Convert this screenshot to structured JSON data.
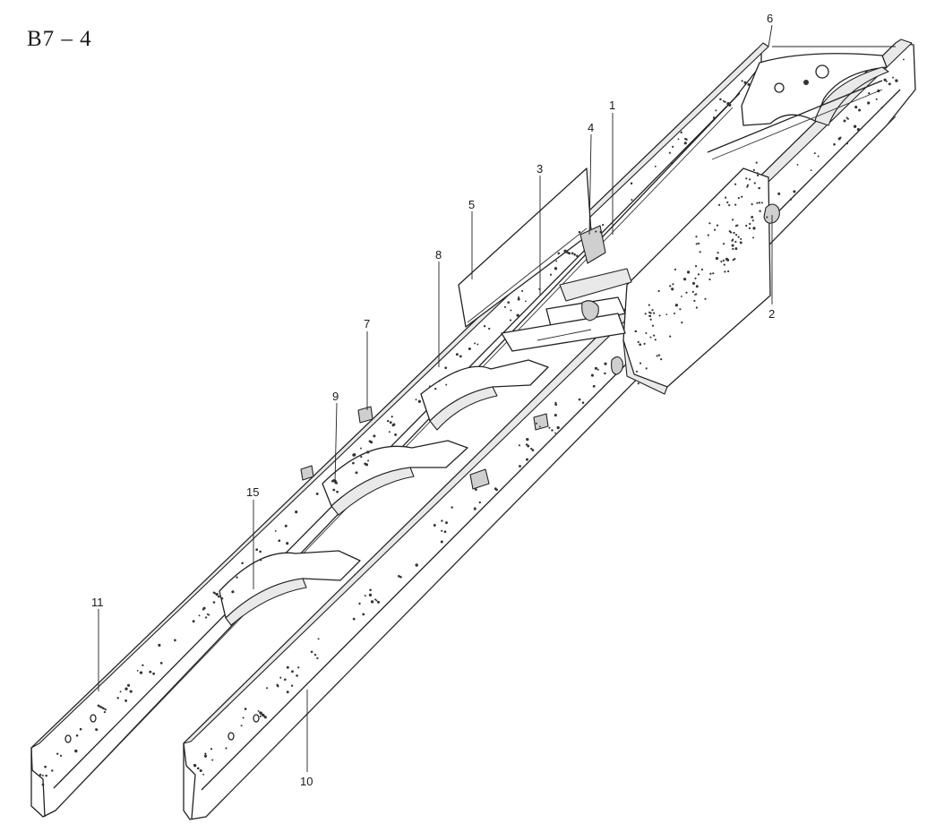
{
  "page_code": "B7 – 4",
  "callouts": [
    {
      "id": "c1",
      "label": "1"
    },
    {
      "id": "c2",
      "label": "2"
    },
    {
      "id": "c3",
      "label": "3"
    },
    {
      "id": "c4",
      "label": "4"
    },
    {
      "id": "c5",
      "label": "5"
    },
    {
      "id": "c6",
      "label": "6"
    },
    {
      "id": "c7",
      "label": "7"
    },
    {
      "id": "c8",
      "label": "8"
    },
    {
      "id": "c9",
      "label": "9"
    },
    {
      "id": "c10",
      "label": "10"
    },
    {
      "id": "c11",
      "label": "11"
    },
    {
      "id": "c15",
      "label": "15"
    }
  ],
  "colors": {
    "ink": "#222222",
    "paper": "#ffffff",
    "shade": "#e9e9e9"
  }
}
